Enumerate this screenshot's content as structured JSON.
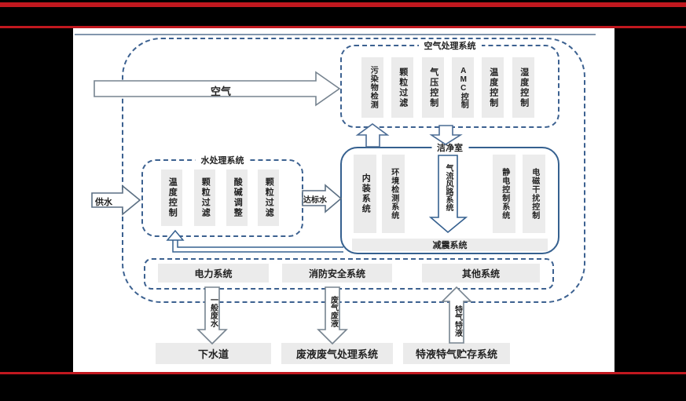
{
  "arrows": {
    "air": "空气",
    "water_supply": "供水",
    "treated_water": "达标水",
    "general_wastewater": "一般废水",
    "waste_gas_liquid": "废气废液",
    "special_gas_liquid": "特气特液"
  },
  "air_system": {
    "title": "空气处理系统",
    "modules": [
      "污染物检测",
      "颗粒过滤",
      "气压控制",
      "AMC控制",
      "温度控制",
      "湿度控制"
    ]
  },
  "water_system": {
    "title": "水处理系统",
    "modules": [
      "温度控制",
      "颗粒过滤",
      "酸碱调整",
      "颗粒过滤"
    ]
  },
  "cleanroom": {
    "title": "洁净室",
    "modules_left": [
      "内装系统",
      "环境检测系统"
    ],
    "airflow": "气流风路系统",
    "modules_right": [
      "静电控制系统",
      "电磁干扰控制"
    ],
    "damping": "减震系统"
  },
  "infrastructure": {
    "modules": [
      "电力系统",
      "消防安全系统",
      "其他系统"
    ]
  },
  "external": {
    "modules": [
      "下水道",
      "废液废气处理系统",
      "特液特气贮存系统"
    ]
  },
  "colors": {
    "accent_red": "#c1181f",
    "line_blue": "#35608f",
    "dash_blue": "#3c6190",
    "arrow_gray": "#76838f",
    "box_gray": "#ebebeb"
  }
}
